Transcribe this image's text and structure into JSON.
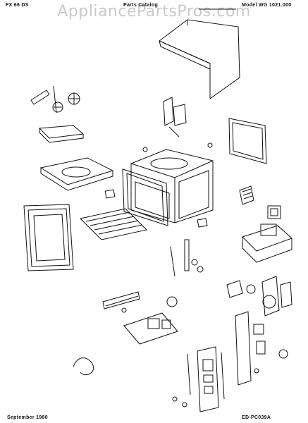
{
  "header": {
    "left_code": "FX 66 DS",
    "center_title": "Parts Catalog",
    "right_model": "Model WG 1021.000"
  },
  "watermark": {
    "text": "AppliancePartsPros.com"
  },
  "footer": {
    "date": "September 1980",
    "doc_code": "ED-PC039A"
  },
  "diagram": {
    "type": "exploded-parts-view",
    "line_color": "#111111"
  }
}
